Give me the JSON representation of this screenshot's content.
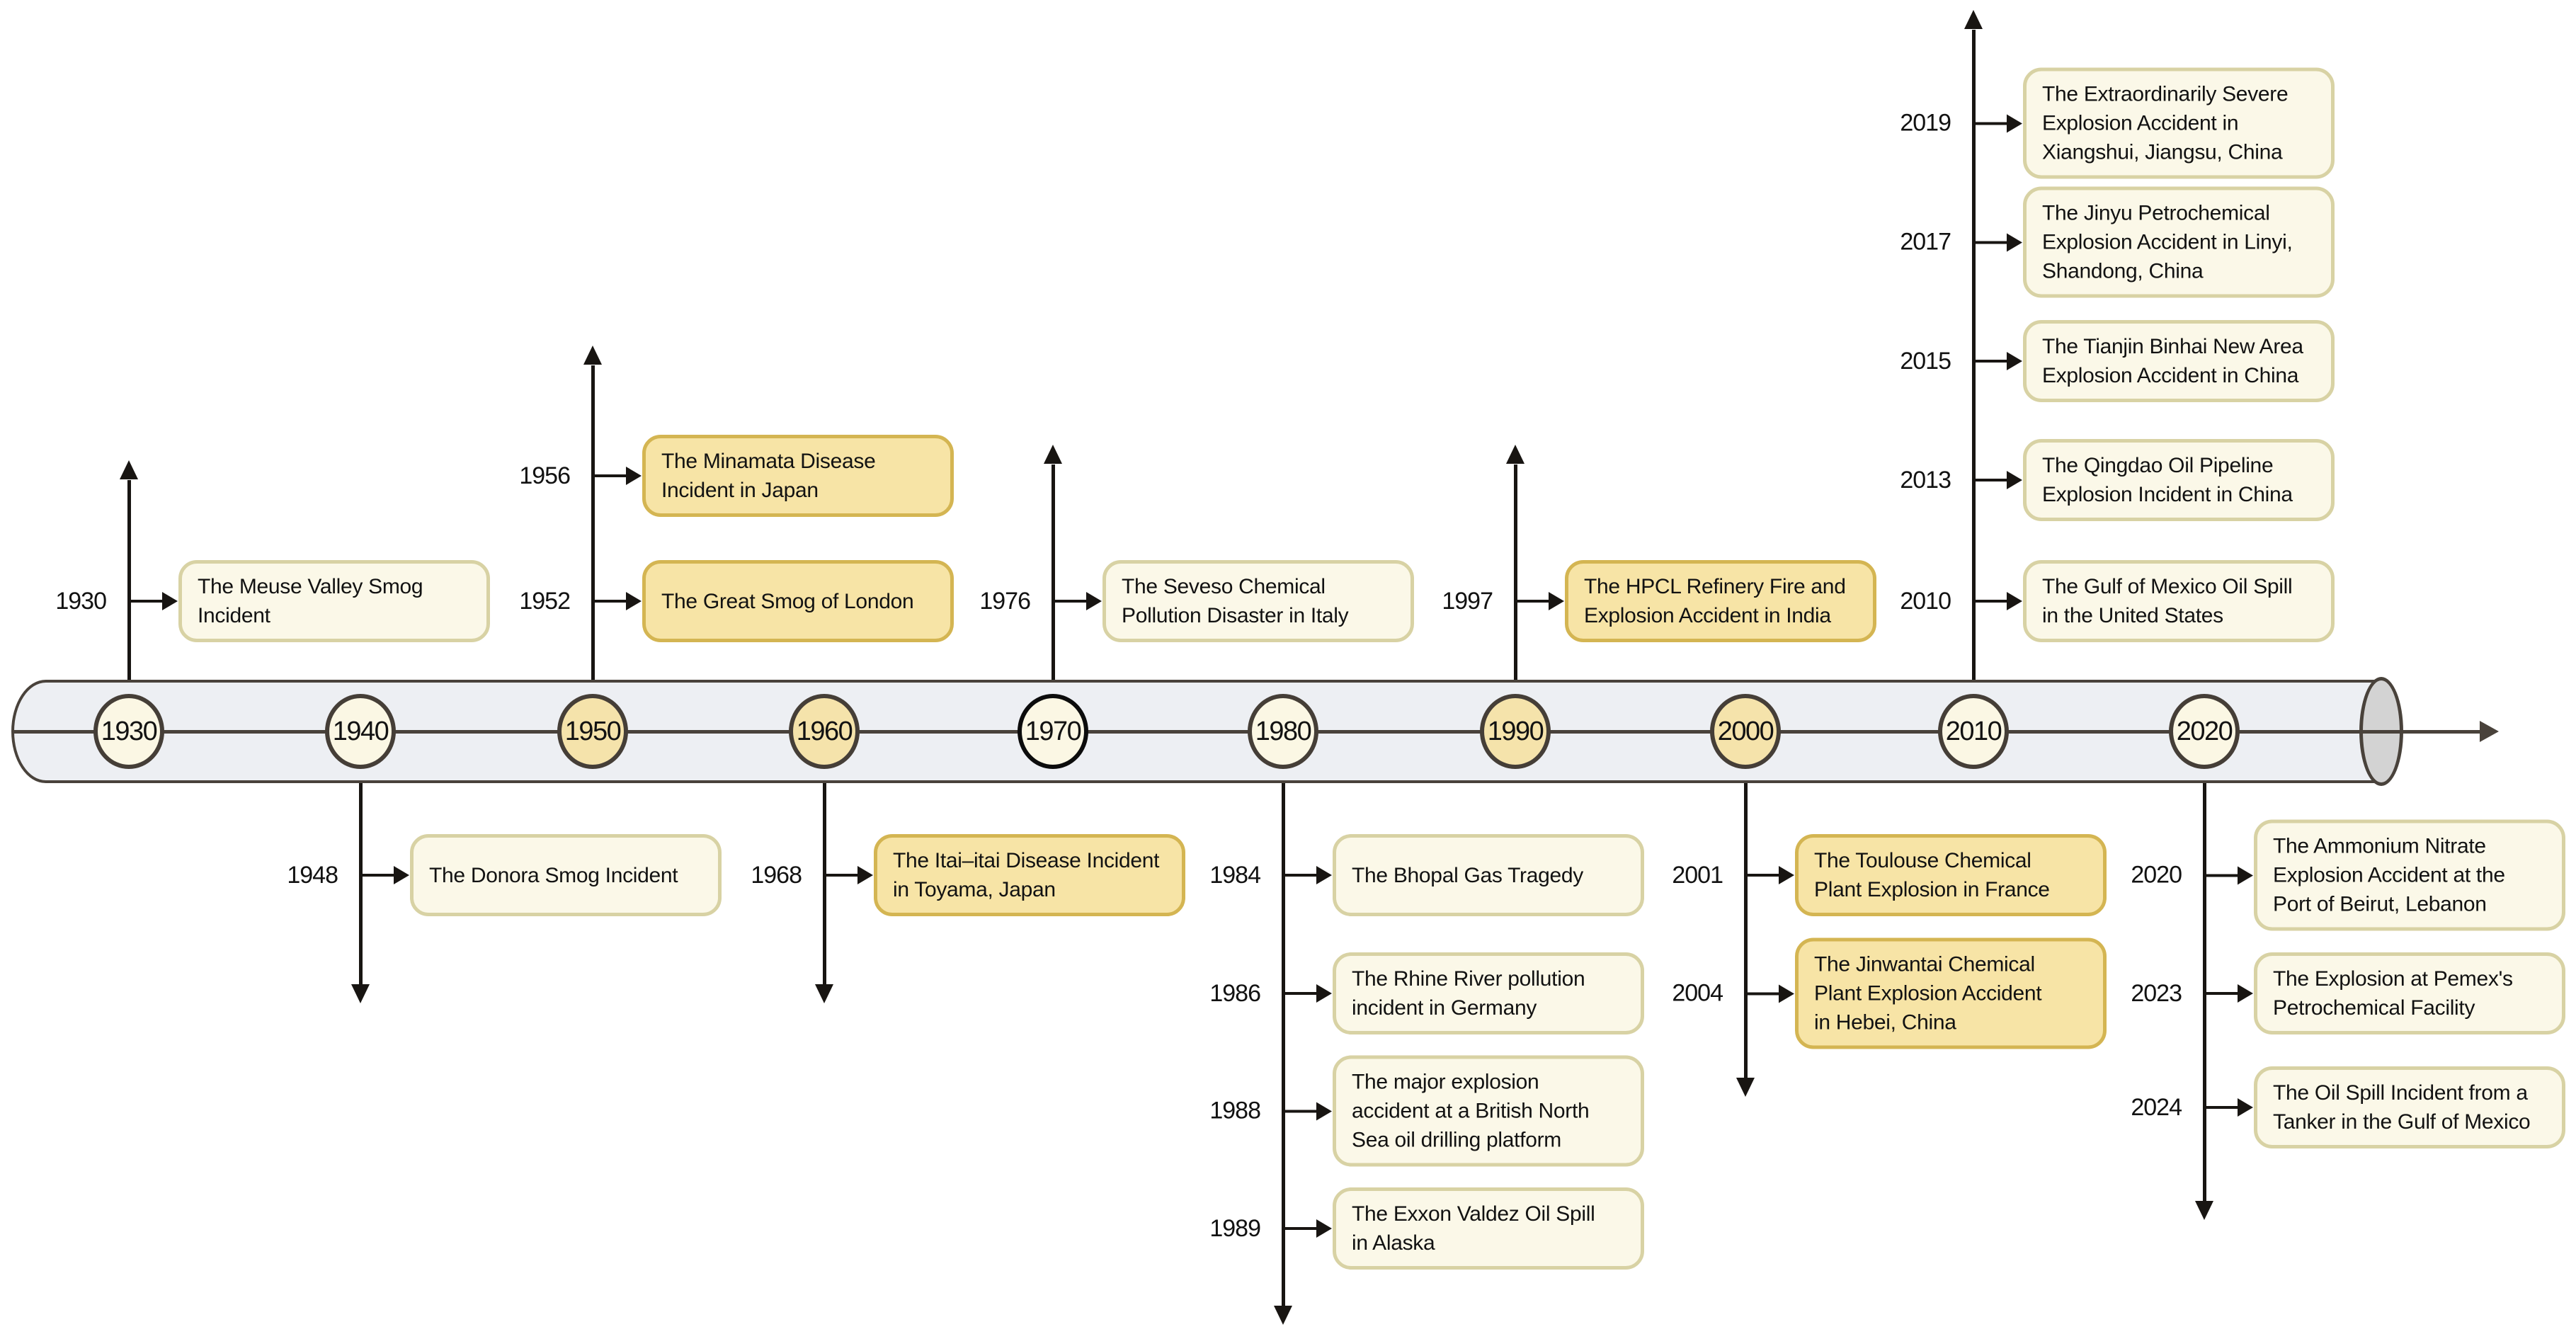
{
  "palette": {
    "box_cream_fill": "#fbf8e8",
    "box_cream_border": "#d8d2a4",
    "box_gold_fill": "#f7e4a6",
    "box_gold_border": "#d4b552",
    "bar_fill": "#edeff3",
    "bar_border": "#49423b",
    "cap_fill": "#d3d3d3",
    "line_color": "#181512"
  },
  "decades": [
    {
      "label": "1930",
      "highlight": false
    },
    {
      "label": "1940",
      "highlight": false
    },
    {
      "label": "1950",
      "highlight": true
    },
    {
      "label": "1960",
      "highlight": true
    },
    {
      "label": "1970",
      "highlight": false
    },
    {
      "label": "1980",
      "highlight": false
    },
    {
      "label": "1990",
      "highlight": true
    },
    {
      "label": "2000",
      "highlight": true
    },
    {
      "label": "2010",
      "highlight": false
    },
    {
      "label": "2020",
      "highlight": false
    }
  ],
  "events": [
    {
      "year": "1930",
      "side": "above",
      "highlight": false,
      "text": "The Meuse Valley Smog\nIncident"
    },
    {
      "year": "1956",
      "side": "above",
      "highlight": true,
      "text": "The Minamata Disease\nIncident in Japan"
    },
    {
      "year": "1952",
      "side": "above",
      "highlight": true,
      "text": "The Great Smog of London"
    },
    {
      "year": "1976",
      "side": "above",
      "highlight": false,
      "text": "The Seveso Chemical\nPollution Disaster in Italy"
    },
    {
      "year": "1997",
      "side": "above",
      "highlight": true,
      "text": "The HPCL Refinery Fire and\nExplosion Accident in India"
    },
    {
      "year": "2019",
      "side": "above",
      "highlight": false,
      "text": "The Extraordinarily Severe\nExplosion Accident in\nXiangshui, Jiangsu, China"
    },
    {
      "year": "2017",
      "side": "above",
      "highlight": false,
      "text": "The Jinyu Petrochemical\nExplosion Accident in Linyi,\nShandong, China"
    },
    {
      "year": "2015",
      "side": "above",
      "highlight": false,
      "text": "The Tianjin Binhai New Area\nExplosion Accident in China"
    },
    {
      "year": "2013",
      "side": "above",
      "highlight": false,
      "text": "The Qingdao Oil Pipeline\nExplosion Incident in China"
    },
    {
      "year": "2010",
      "side": "above",
      "highlight": false,
      "text": "The Gulf of Mexico Oil Spill\nin the United States"
    },
    {
      "year": "1948",
      "side": "below",
      "highlight": false,
      "text": "The Donora Smog Incident"
    },
    {
      "year": "1968",
      "side": "below",
      "highlight": true,
      "text": "The Itai–itai Disease Incident\nin Toyama, Japan"
    },
    {
      "year": "1984",
      "side": "below",
      "highlight": false,
      "text": "The Bhopal Gas Tragedy"
    },
    {
      "year": "1986",
      "side": "below",
      "highlight": false,
      "text": "The Rhine River pollution\nincident in Germany"
    },
    {
      "year": "1988",
      "side": "below",
      "highlight": false,
      "text": "The major explosion\naccident at a British North\nSea oil drilling platform"
    },
    {
      "year": "1989",
      "side": "below",
      "highlight": false,
      "text": "The Exxon Valdez Oil Spill\nin Alaska"
    },
    {
      "year": "2001",
      "side": "below",
      "highlight": true,
      "text": "The Toulouse Chemical\nPlant Explosion in France"
    },
    {
      "year": "2004",
      "side": "below",
      "highlight": true,
      "text": "The Jinwantai Chemical\nPlant Explosion Accident\nin Hebei, China"
    },
    {
      "year": "2020",
      "side": "below",
      "highlight": false,
      "text": "The Ammonium Nitrate\nExplosion Accident at the\nPort of Beirut, Lebanon"
    },
    {
      "year": "2023",
      "side": "below",
      "highlight": false,
      "text": "The Explosion at Pemex's\nPetrochemical Facility"
    },
    {
      "year": "2024",
      "side": "below",
      "highlight": false,
      "text": "The Oil Spill Incident from a\nTanker in the Gulf of Mexico"
    }
  ]
}
